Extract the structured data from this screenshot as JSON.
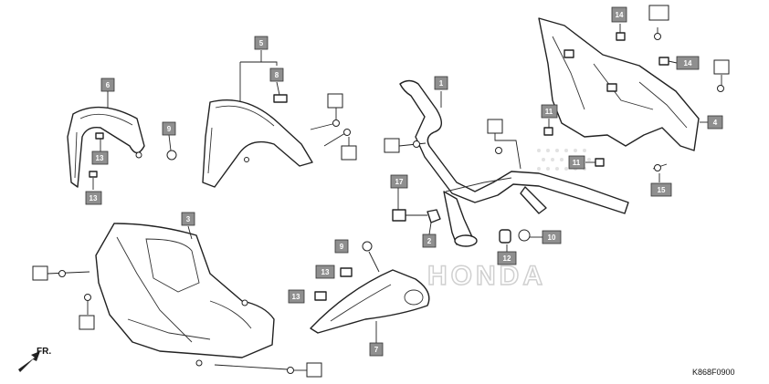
{
  "diagram_code": "K868F0900",
  "direction_label": "FR.",
  "watermark": "HONDA",
  "parts": [
    {
      "ref": "1"
    },
    {
      "ref": "2"
    },
    {
      "ref": "3"
    },
    {
      "ref": "4"
    },
    {
      "ref": "5"
    },
    {
      "ref": "6"
    },
    {
      "ref": "7"
    },
    {
      "ref": "8"
    },
    {
      "ref": "9"
    },
    {
      "ref": "10"
    },
    {
      "ref": "11"
    },
    {
      "ref": "12"
    },
    {
      "ref": "13"
    },
    {
      "ref": "14"
    },
    {
      "ref": "15"
    },
    {
      "ref": "17"
    }
  ],
  "labels": {
    "n1": "1",
    "n2": "2",
    "n3": "3",
    "n4": "4",
    "n5": "5",
    "n6": "6",
    "n7": "7",
    "n8": "8",
    "n9a": "9",
    "n9b": "9",
    "n10": "10",
    "n11a": "11",
    "n11b": "11",
    "n12": "12",
    "n13a": "13",
    "n13b": "13",
    "n13c": "13",
    "n13d": "13",
    "n14a": "14",
    "n14b": "14",
    "n15": "15",
    "n17": "17"
  }
}
